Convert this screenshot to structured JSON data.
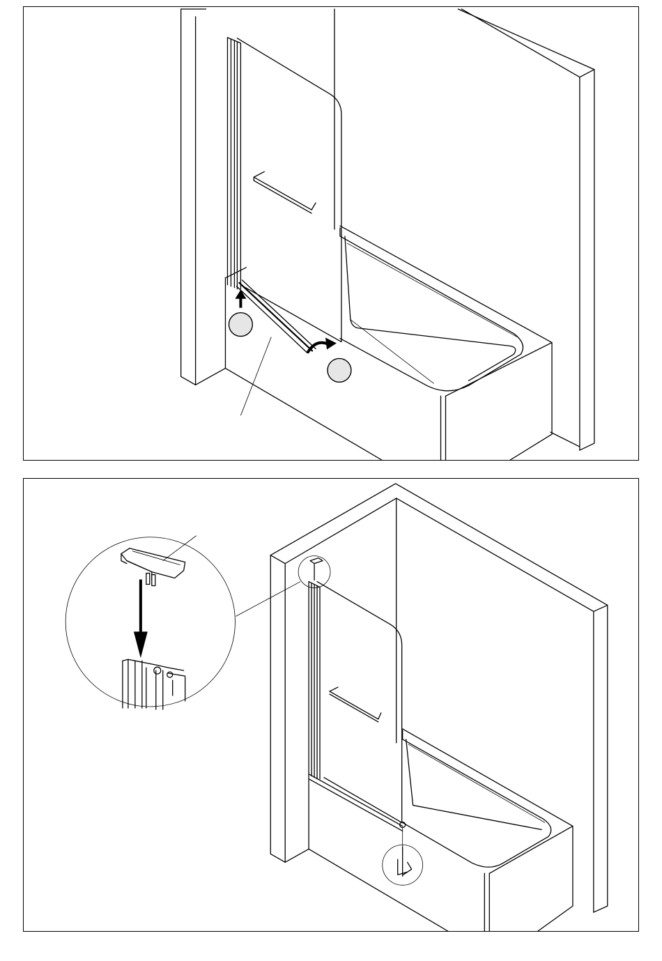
{
  "colors": {
    "line": "#000000",
    "callout_fill": "#e6e6e6",
    "arrow": "#000000",
    "background": "#ffffff"
  },
  "panels": [
    {
      "id": "top",
      "callouts": [
        {
          "label": ""
        },
        {
          "label": ""
        }
      ],
      "arrows": [
        "up-arrow",
        "curved-arrow"
      ],
      "leader_lines": 1
    },
    {
      "id": "bottom",
      "callouts": [],
      "arrows": [
        "down-arrow"
      ],
      "detail_circles": 3
    }
  ]
}
